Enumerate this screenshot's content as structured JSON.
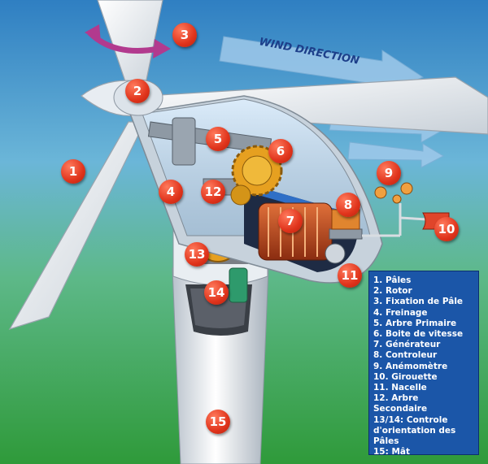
{
  "diagram": {
    "wind_label": "WIND DIRECTION",
    "markers": [
      {
        "id": "1",
        "label": "1"
      },
      {
        "id": "2",
        "label": "2"
      },
      {
        "id": "3",
        "label": "3"
      },
      {
        "id": "4",
        "label": "4"
      },
      {
        "id": "5",
        "label": "5"
      },
      {
        "id": "6",
        "label": "6"
      },
      {
        "id": "7",
        "label": "7"
      },
      {
        "id": "8",
        "label": "8"
      },
      {
        "id": "9",
        "label": "9"
      },
      {
        "id": "10",
        "label": "10"
      },
      {
        "id": "11",
        "label": "11"
      },
      {
        "id": "12",
        "label": "12"
      },
      {
        "id": "13",
        "label": "13"
      },
      {
        "id": "14",
        "label": "14"
      },
      {
        "id": "15",
        "label": "15"
      }
    ],
    "colors": {
      "sky_top": "#3b86c4",
      "sky_bottom": "#41a84a",
      "marker": "#e0341c",
      "legend_bg": "#1b56a8",
      "generator": "#b8451b",
      "gear": "#e6a020"
    }
  },
  "legend": {
    "items": [
      "1. Pâles",
      "2. Rotor",
      "3. Fixation de Pâle",
      "4. Freinage",
      "5. Arbre Primaire",
      "6. Boite de vitesse",
      "7. Générateur",
      "8. Controleur",
      "9. Anémomètre",
      "10. Girouette",
      "11. Nacelle",
      "12. Arbre Secondaire",
      "13/14: Controle d'orientation des Pâles",
      "15: Mât"
    ]
  }
}
